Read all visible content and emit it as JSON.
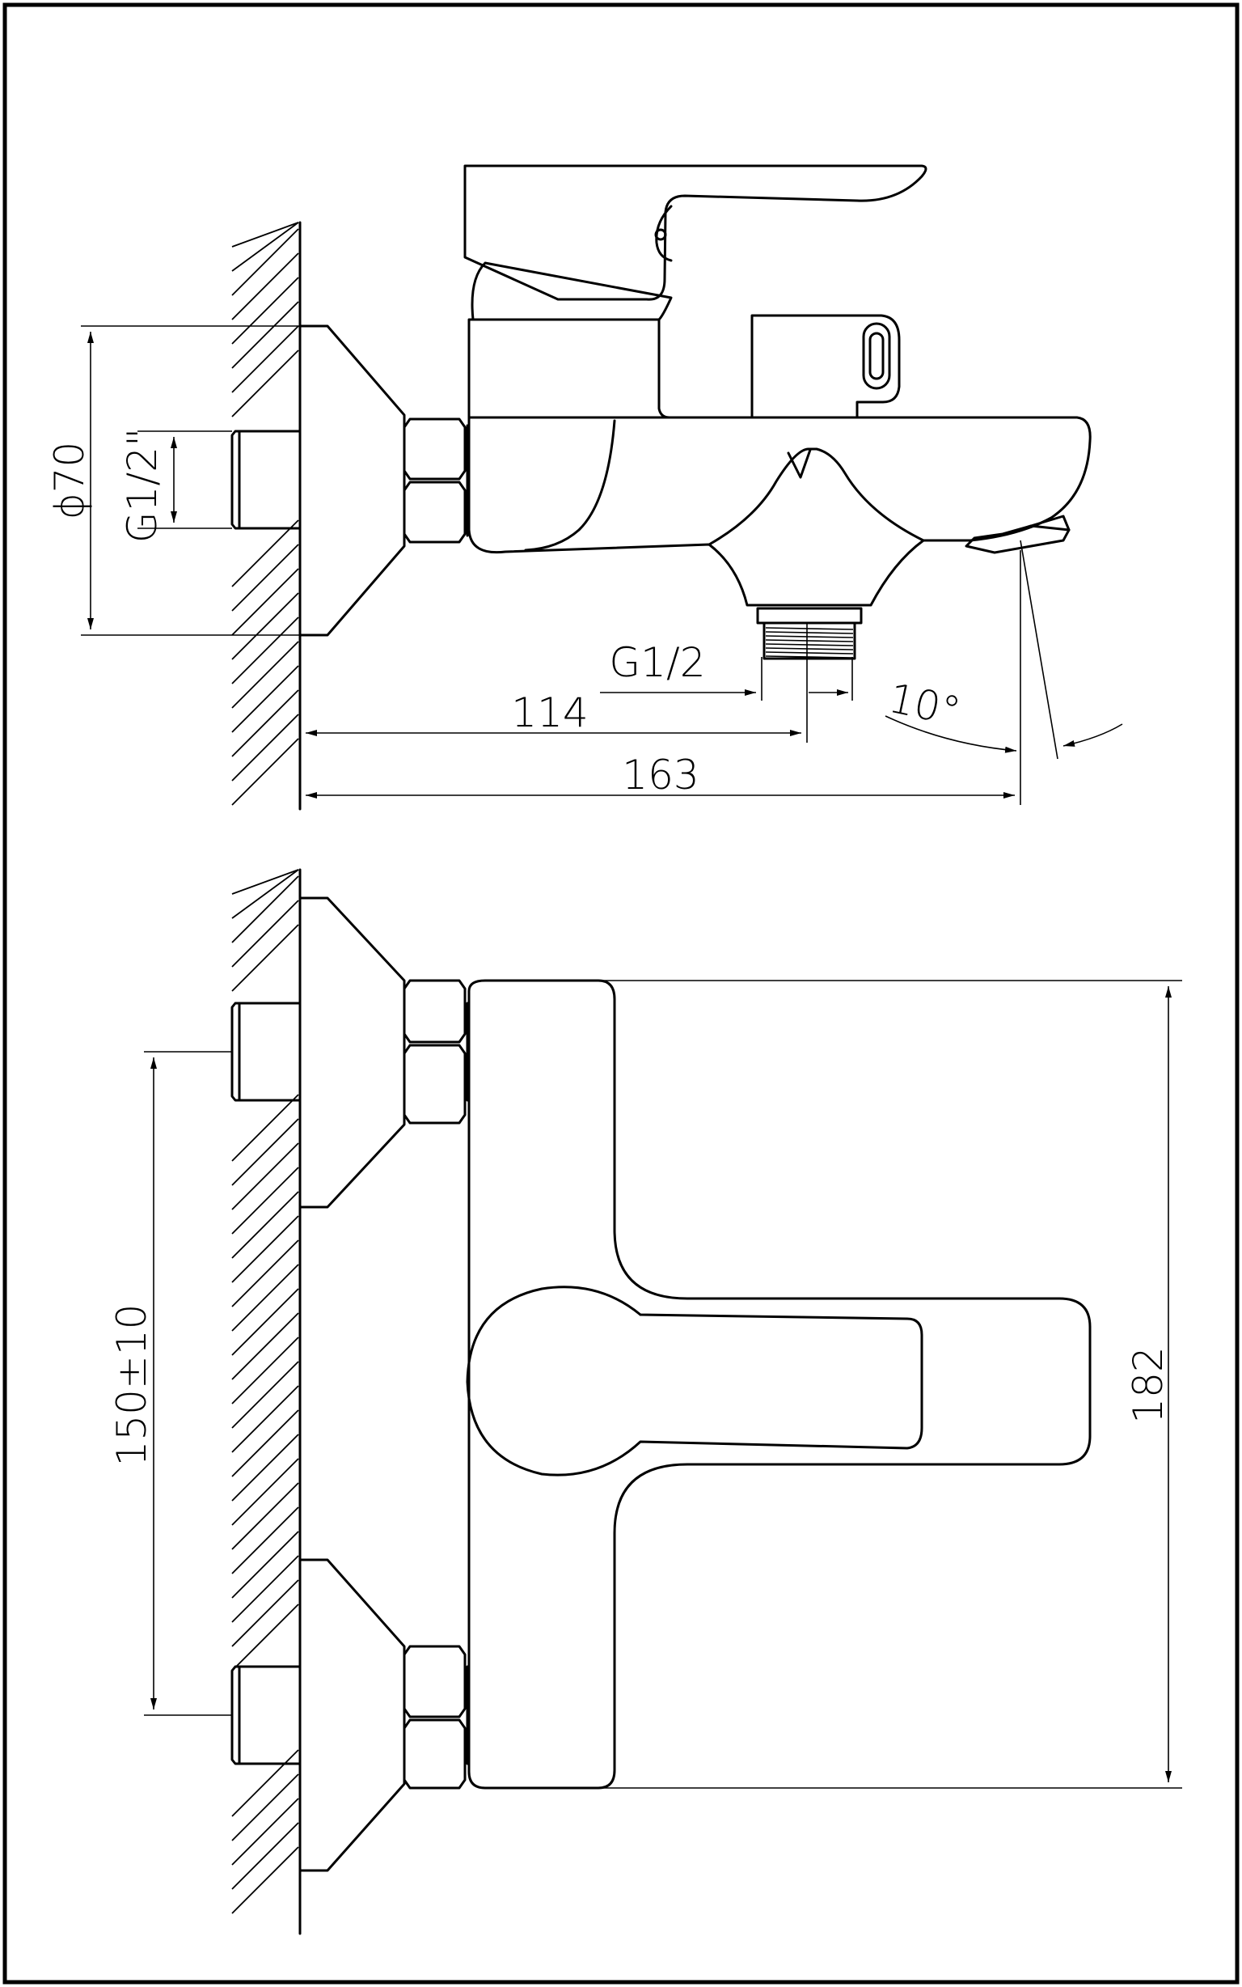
{
  "dimensions": {
    "diameter_base": "ϕ70",
    "inlet_thread": "G1/2\"",
    "outlet_thread": "G1/2",
    "outlet_distance": "114",
    "total_depth": "163",
    "spout_angle": "10°",
    "inlet_spacing": "150±10",
    "body_height": "182"
  }
}
